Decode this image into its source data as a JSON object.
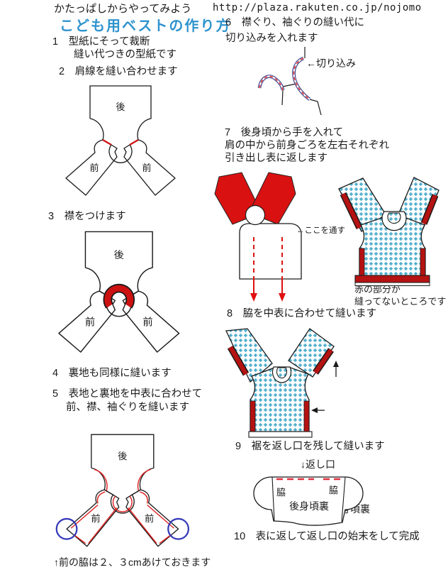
{
  "page": {
    "tagline": "かたっぱしからやってみよう",
    "url": "http://plaza.rakuten.co.jp/nojomo",
    "title": "こども用ベストの作り方"
  },
  "labels": {
    "back": "後",
    "front": "前",
    "side": "脇",
    "back_lining": "後身頃裏",
    "front_lining": "↑前身頃裏",
    "opening": "↓返し口",
    "clip": "←切り込み",
    "pass_here": "←ここを通す",
    "red_note1": "赤の部分が",
    "red_note2": "縫ってないところです",
    "side_note": "↑前の脇は２、３cmあけておきます",
    "arrow_up": "↑",
    "arrow_left": "←"
  },
  "steps": {
    "s1a": "1　型紙にそって裁断",
    "s1b": "縫い代つきの型紙です",
    "s2": "2　肩線を縫い合わせます",
    "s3": "3　襟をつけます",
    "s4": "4　裏地も同様に縫います",
    "s5a": "5　表地と裏地を中表に合わせて",
    "s5b": "前、襟、袖ぐりを縫います",
    "s6a": "6　襟ぐり、袖ぐりの縫い代に",
    "s6b": "切り込みを入れます",
    "s7a": "7　後身頃から手を入れて",
    "s7b": "肩の中から前身ごろを左右それぞれ",
    "s7c": "引き出し表に返します",
    "s8": "8　脇を中表に合わせて縫います",
    "s9": "9　裾を返し口を残して縫います",
    "s10": "10　表に返して返し口の始末をして完成"
  },
  "colors": {
    "title_blue": "#2E93CE",
    "seam_red": "#CC1111",
    "piece_red": "#D91111",
    "dark_red": "#B51212",
    "stitch_red": "#E02020",
    "curve_navy": "#2E3480",
    "circle_blue": "#3338B8",
    "check_teal": "#45A9C9"
  }
}
